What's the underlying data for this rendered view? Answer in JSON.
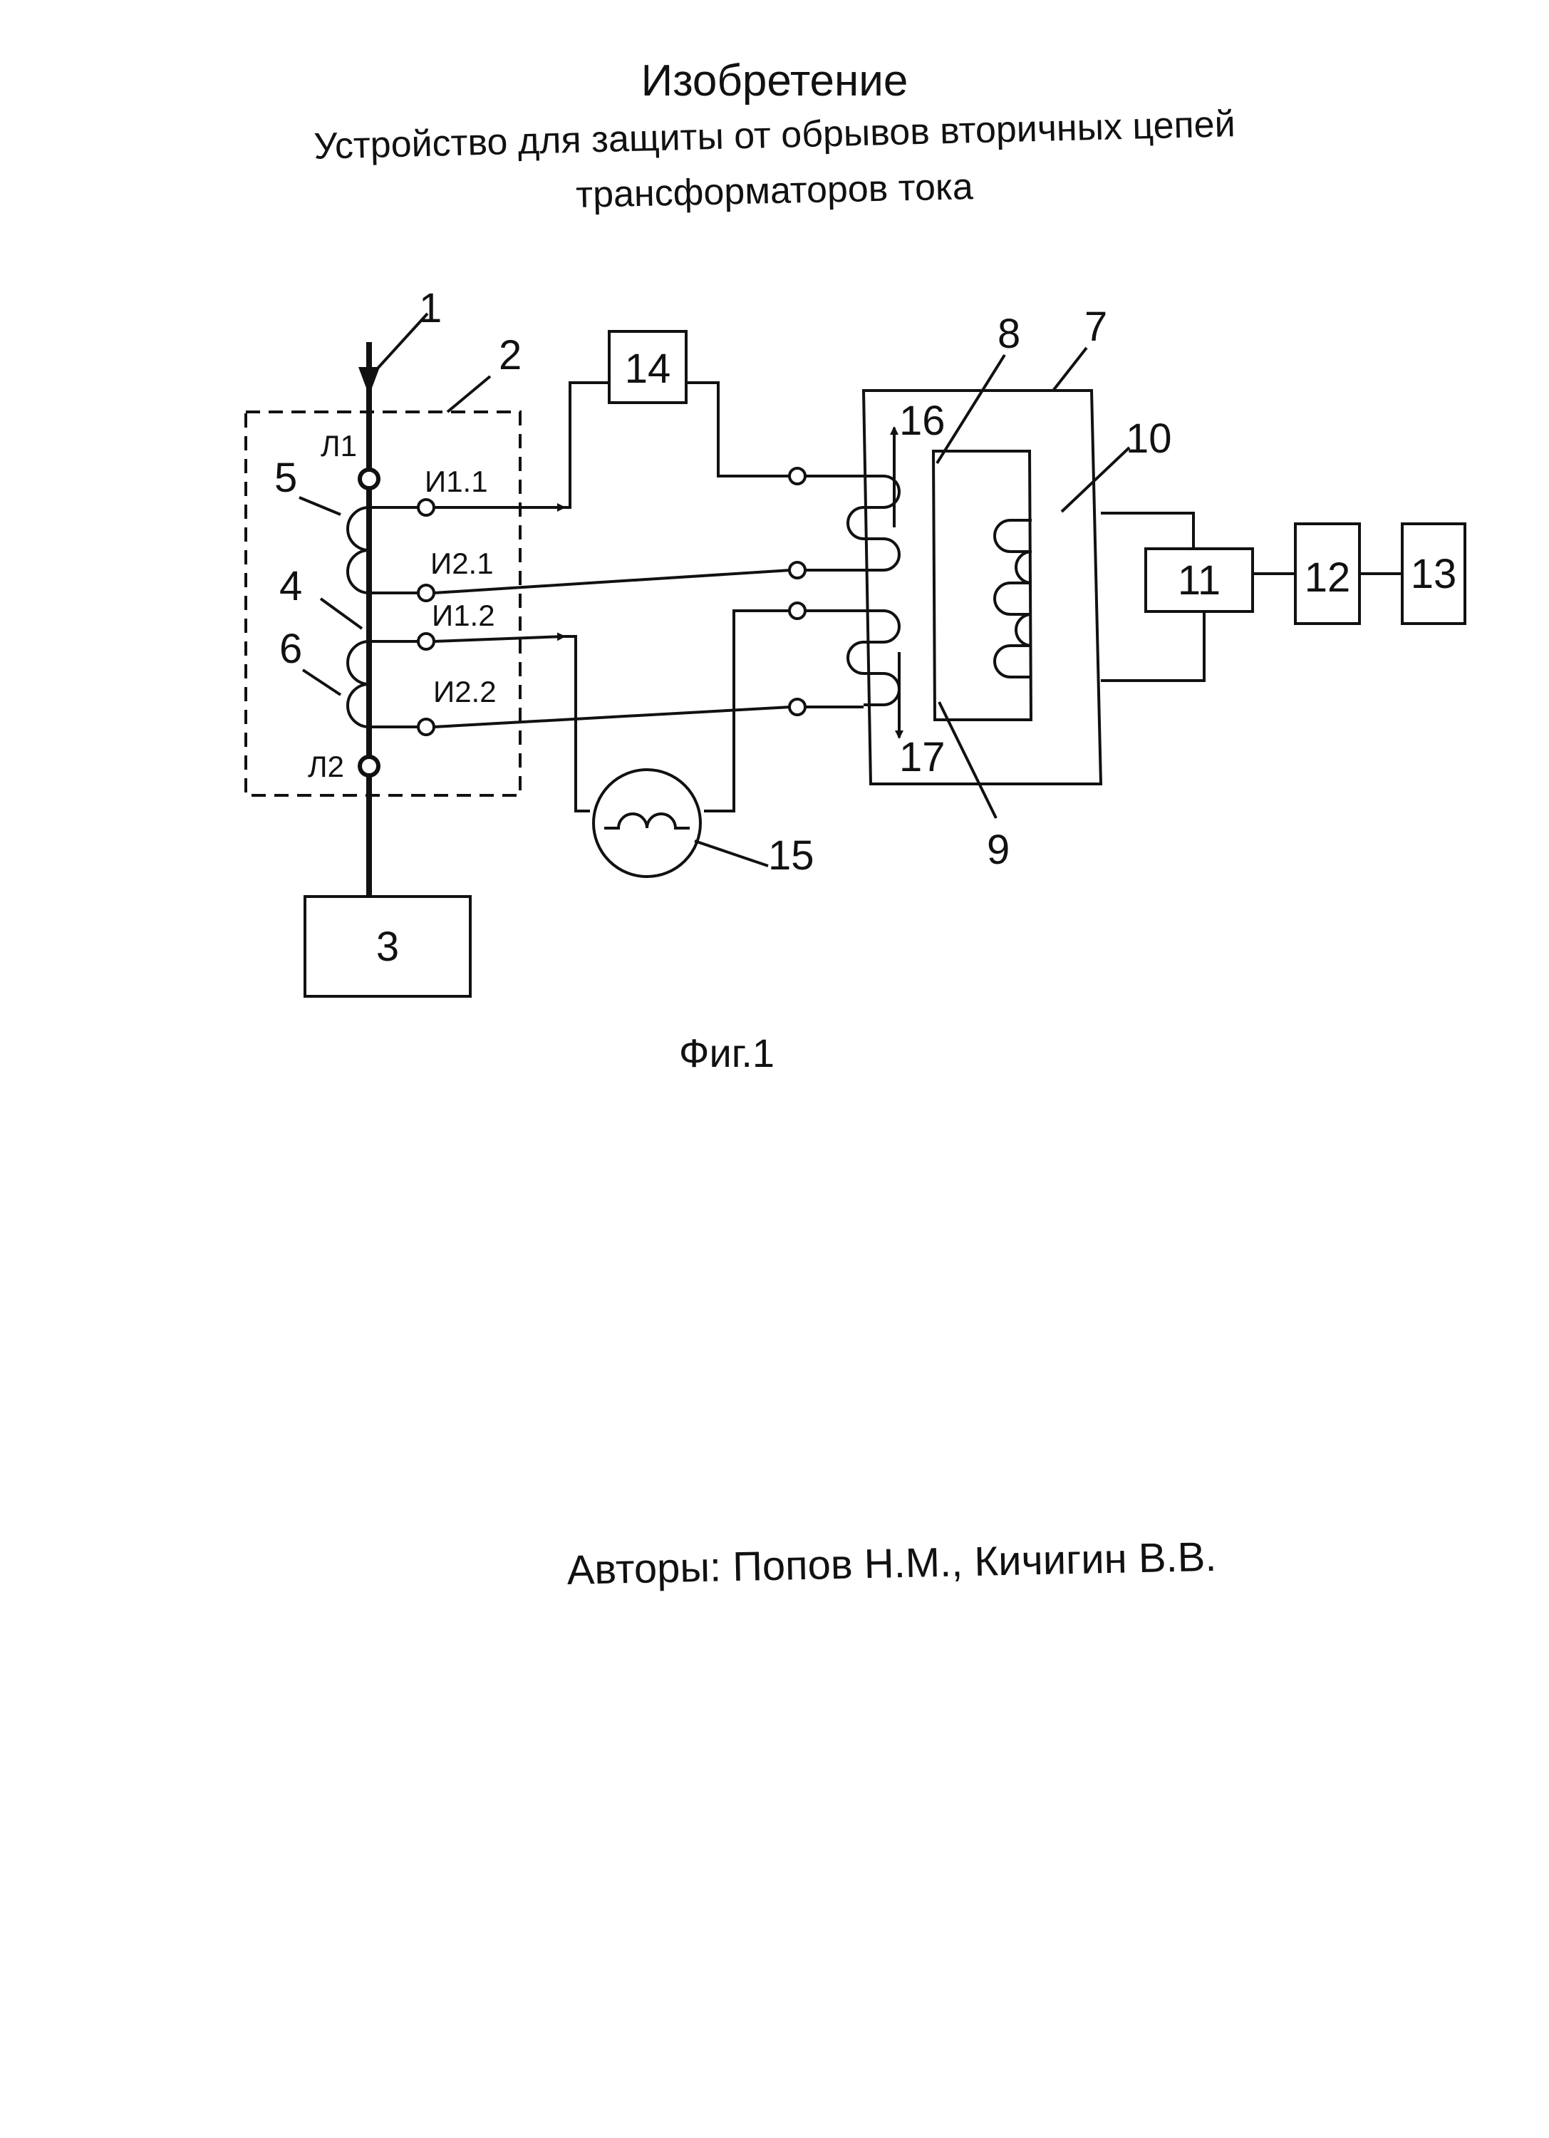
{
  "document": {
    "title": "Изобретение",
    "subtitle_line1": "Устройство для защиты от обрывов вторичных цепей",
    "subtitle_line2": "трансформаторов тока",
    "figure_caption": "Фиг.1",
    "authors": "Авторы: Попов Н.М., Кичигин В.В."
  },
  "diagram": {
    "callouts": {
      "n1": "1",
      "n2": "2",
      "n3": "3",
      "n4": "4",
      "n5": "5",
      "n6": "6",
      "n7": "7",
      "n8": "8",
      "n9": "9",
      "n10": "10",
      "n11": "11",
      "n12": "12",
      "n13": "13",
      "n14": "14",
      "n15": "15",
      "n16": "16",
      "n17": "17"
    },
    "terminals": {
      "l1": "Л1",
      "l2": "Л2",
      "i11": "И1.1",
      "i21": "И2.1",
      "i12": "И1.2",
      "i22": "И2.2"
    }
  }
}
